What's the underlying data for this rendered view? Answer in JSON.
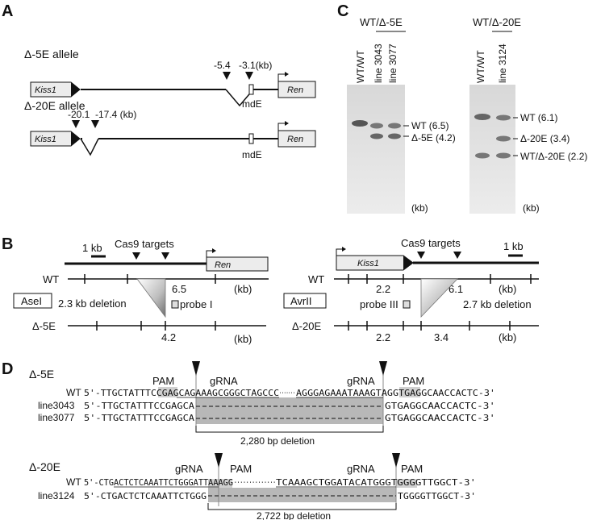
{
  "panels": {
    "a": "A",
    "b": "B",
    "c": "C",
    "d": "D"
  },
  "panel_a": {
    "allele1_title": "Δ-5E allele",
    "allele2_title": "Δ-20E allele",
    "gene_left": "Kiss1",
    "gene_right": "Ren",
    "element": "mdE",
    "pos_a1_left": "-5.4",
    "pos_a1_right": "-3.1(kb)",
    "pos_a2_left": "-20.1",
    "pos_a2_right": "-17.4 (kb)"
  },
  "panel_b": {
    "left": {
      "scale": "1 kb",
      "cas9": "Cas9 targets",
      "gene": "Ren",
      "row_wt": "WT",
      "row_mut": "Δ-5E",
      "enzyme": "AseI",
      "deletion": "2.3 kb deletion",
      "probe": "probe I",
      "wt_size": "6.5",
      "mut_size": "4.2",
      "unit": "(kb)"
    },
    "right": {
      "scale": "1 kb",
      "cas9": "Cas9 targets",
      "gene": "Kiss1",
      "row_wt": "WT",
      "row_mut": "Δ-20E",
      "enzyme": "AvrII",
      "deletion": "2.7 kb deletion",
      "probe": "probe III",
      "wt_size1": "2.2",
      "wt_size2": "6.1",
      "mut_size1": "2.2",
      "mut_size2": "3.4",
      "unit": "(kb)"
    }
  },
  "panel_c": {
    "left": {
      "title": "WT/Δ-5E",
      "lanes": [
        "WT/WT",
        "line 3043",
        "line 3077"
      ],
      "bands": [
        "WT (6.5)",
        "Δ-5E (4.2)"
      ],
      "unit": "(kb)"
    },
    "right": {
      "title": "WT/Δ-20E",
      "lanes": [
        "WT/WT",
        "line 3124"
      ],
      "bands": [
        "WT (6.1)",
        "Δ-20E (3.4)",
        "WT/Δ-20E (2.2)"
      ],
      "unit": "(kb)"
    }
  },
  "panel_d": {
    "block1": {
      "title": "Δ-5E",
      "labels_top": [
        "PAM",
        "gRNA",
        "gRNA",
        "PAM"
      ],
      "rows": [
        {
          "name": "WT",
          "left": "5'-TTGCTATTTCCGAGCAGAAAGCGGGCTAGCCC",
          "dots": "·······",
          "right": "AGGGAGAAATAAAGTAGGTGAGGCAACCACTC-3'"
        },
        {
          "name": "line3043",
          "left": "5'-TTGCTATTTCCGAGCA",
          "right": "GTGAGGCAACCACTC-3'"
        },
        {
          "name": "line3077",
          "left": "5'-TTGCTATTTCCGAGCA",
          "right": "GTGAGGCAACCACTC-3'"
        }
      ],
      "deletion": "2,280 bp deletion"
    },
    "block2": {
      "title": "Δ-20E",
      "labels_top": [
        "gRNA",
        "PAM",
        "gRNA",
        "PAM"
      ],
      "rows": [
        {
          "name": "WT",
          "left": "5'-CTGACTCTCAAATTCTGGGATTAAAGG",
          "dots": "··············",
          "right": "TCAAAGCTGGATACATGGGTGGGGTTGGCT-3'"
        },
        {
          "name": "line3124",
          "left": "5'-CTGACTCTCAAATTCTGGG",
          "right": "TGGGGTTGGCT-3'"
        }
      ],
      "deletion": "2,722 bp deletion"
    }
  }
}
